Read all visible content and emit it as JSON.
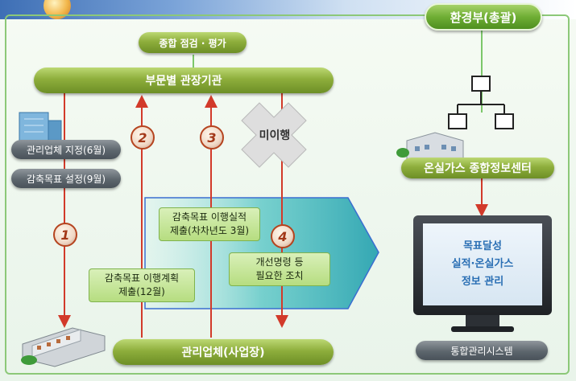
{
  "ministry": "환경부(총괄)",
  "evaluation": "종합 점검 · 평가",
  "agencies": "부문별 관장기관",
  "designation": "관리업체 지정(6월)",
  "target_setting": "감축목표 설정(9월)",
  "non_compliance": "미이행",
  "info_center": "온실가스 종합정보센터",
  "submit_results": [
    "감축목표 이행실적",
    "제출(차차년도 3월)"
  ],
  "measures": [
    "개선명령 등",
    "필요한 조치"
  ],
  "submit_plan": [
    "감축목표 이행계획",
    "제출(12월)"
  ],
  "company": "관리업체(사업장)",
  "screen_lines": [
    "목표달성",
    "실적·온실가스",
    "정보 관리"
  ],
  "system": "통합관리시스템",
  "steps": [
    "1",
    "2",
    "3",
    "4"
  ]
}
